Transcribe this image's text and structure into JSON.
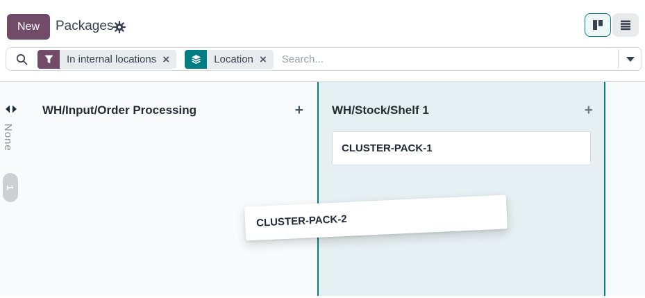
{
  "topbar": {
    "new_label": "New",
    "title": "Packages"
  },
  "search": {
    "placeholder": "Search...",
    "close_label": "×",
    "facets": [
      {
        "icon": "filter-icon",
        "label": "In internal locations",
        "color": "#714B67"
      },
      {
        "icon": "layers-icon",
        "label": "Location",
        "color": "#017E84"
      }
    ]
  },
  "kanban": {
    "add_label": "+",
    "folded": {
      "label": "None",
      "count": "1"
    },
    "columns": [
      {
        "title": "WH/Input/Order Processing"
      },
      {
        "title": "WH/Stock/Shelf 1",
        "cards": [
          {
            "name": "CLUSTER-PACK-1"
          }
        ]
      }
    ],
    "dragging_card": {
      "name": "CLUSTER-PACK-2"
    }
  },
  "colors": {
    "brand_purple": "#714B67",
    "accent_teal": "#017E84",
    "highlight_column_bg": "#E6EFF1"
  }
}
